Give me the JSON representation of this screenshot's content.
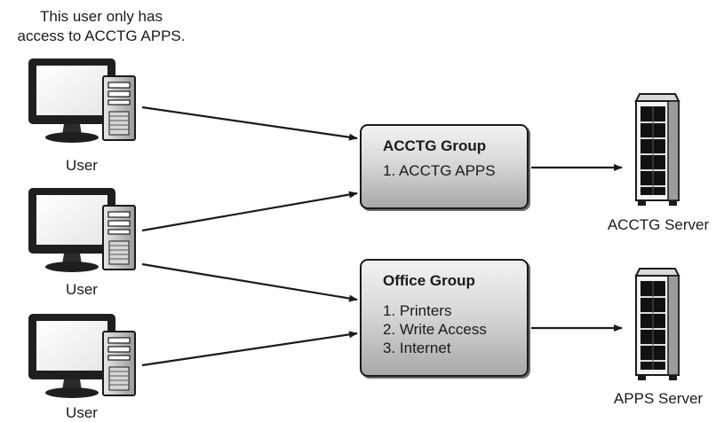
{
  "note": {
    "line1": "This user only has",
    "line2": "access to ACCTG APPS."
  },
  "users": [
    {
      "label": "User",
      "icon": "desktop-computer-icon"
    },
    {
      "label": "User",
      "icon": "desktop-computer-icon"
    },
    {
      "label": "User",
      "icon": "desktop-computer-icon"
    }
  ],
  "groups": [
    {
      "title": "ACCTG Group",
      "items": [
        "1. ACCTG APPS"
      ]
    },
    {
      "title": "Office Group",
      "items": [
        "1. Printers",
        "2. Write Access",
        "3. Internet"
      ]
    }
  ],
  "servers": [
    {
      "label": "ACCTG Server",
      "icon": "server-rack-icon"
    },
    {
      "label": "APPS Server",
      "icon": "server-rack-icon"
    }
  ]
}
